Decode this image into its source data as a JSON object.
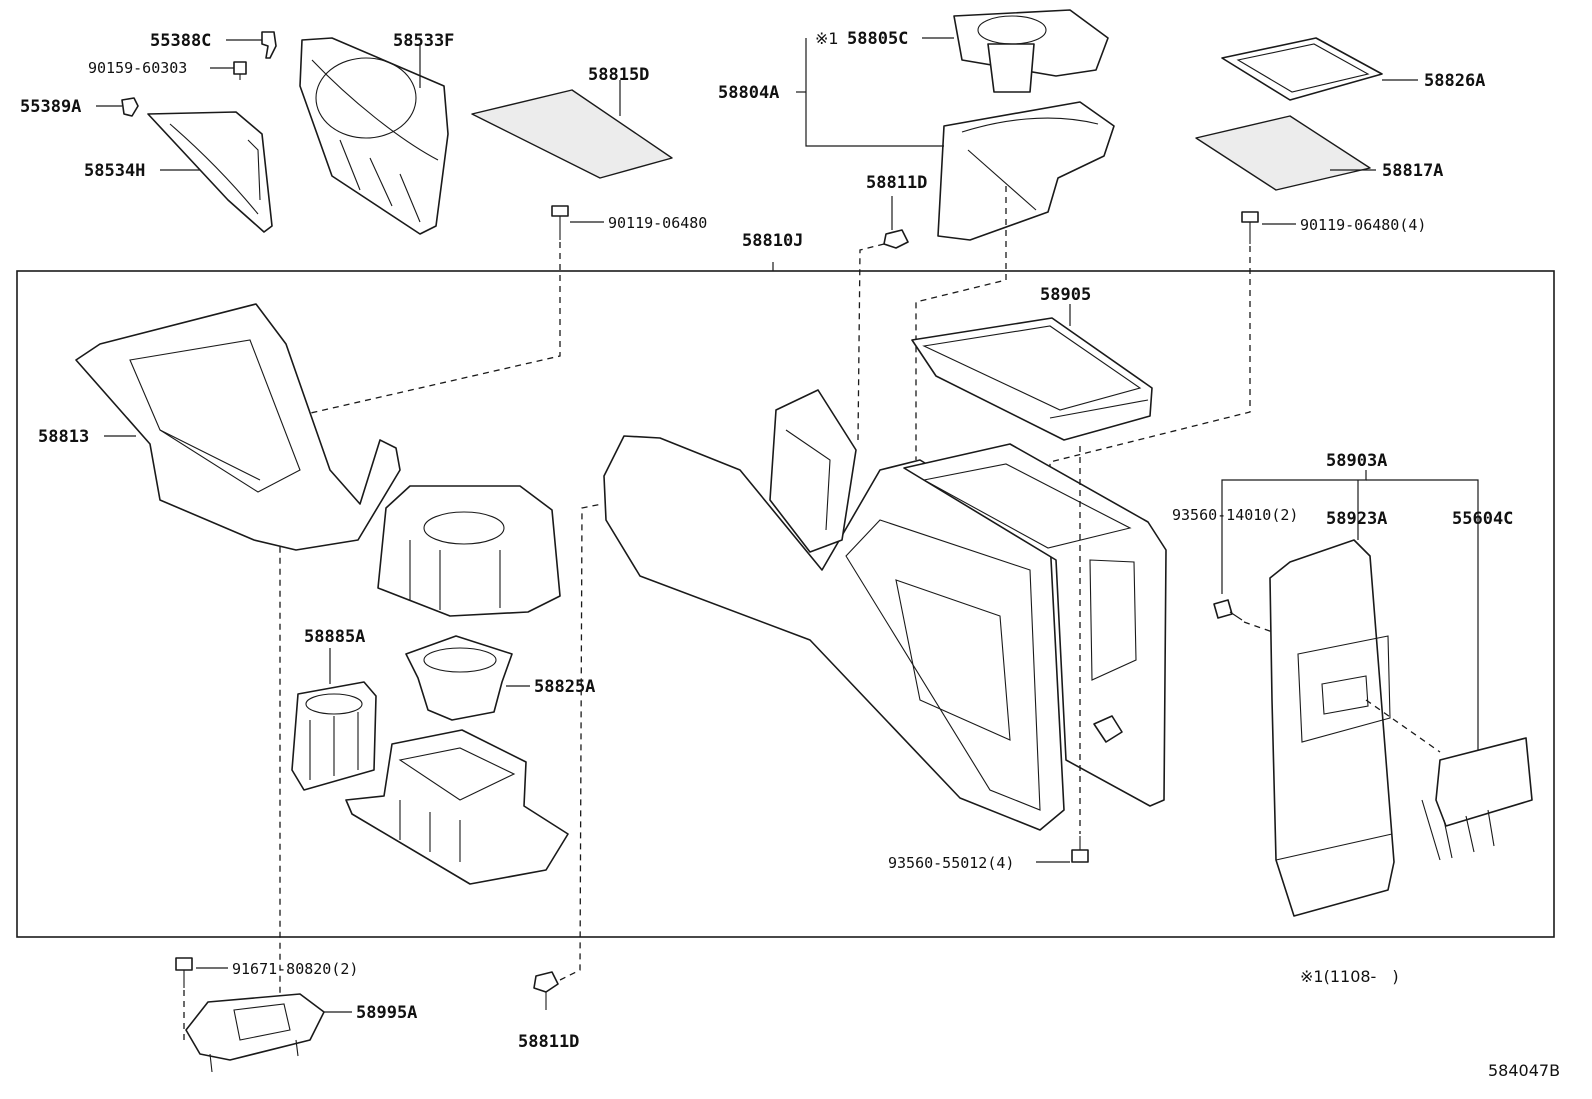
{
  "labels": {
    "p55388C": "55388C",
    "p90159": "90159-60303",
    "p55389A": "55389A",
    "p58534H": "58534H",
    "p58533F": "58533F",
    "p58815D": "58815D",
    "p90119a": "90119-06480",
    "p58805C": "58805C",
    "p58804A": "58804A",
    "p58811Dtop": "58811D",
    "p58826A": "58826A",
    "p58817A": "58817A",
    "p90119b": "90119-06480(4)",
    "p58810J": "58810J",
    "p58905": "58905",
    "p58813": "58813",
    "p58903A": "58903A",
    "p93560a": "93560-14010(2)",
    "p58923A": "58923A",
    "p55604C": "55604C",
    "p58885A": "58885A",
    "p58825A": "58825A",
    "p93560b": "93560-55012(4)",
    "p91671": "91671-80820(2)",
    "p58995A": "58995A",
    "p58811Dbot": "58811D"
  },
  "note_marker": "※1",
  "footnote": "※1(1108-　)",
  "diagram_code": "584047B"
}
